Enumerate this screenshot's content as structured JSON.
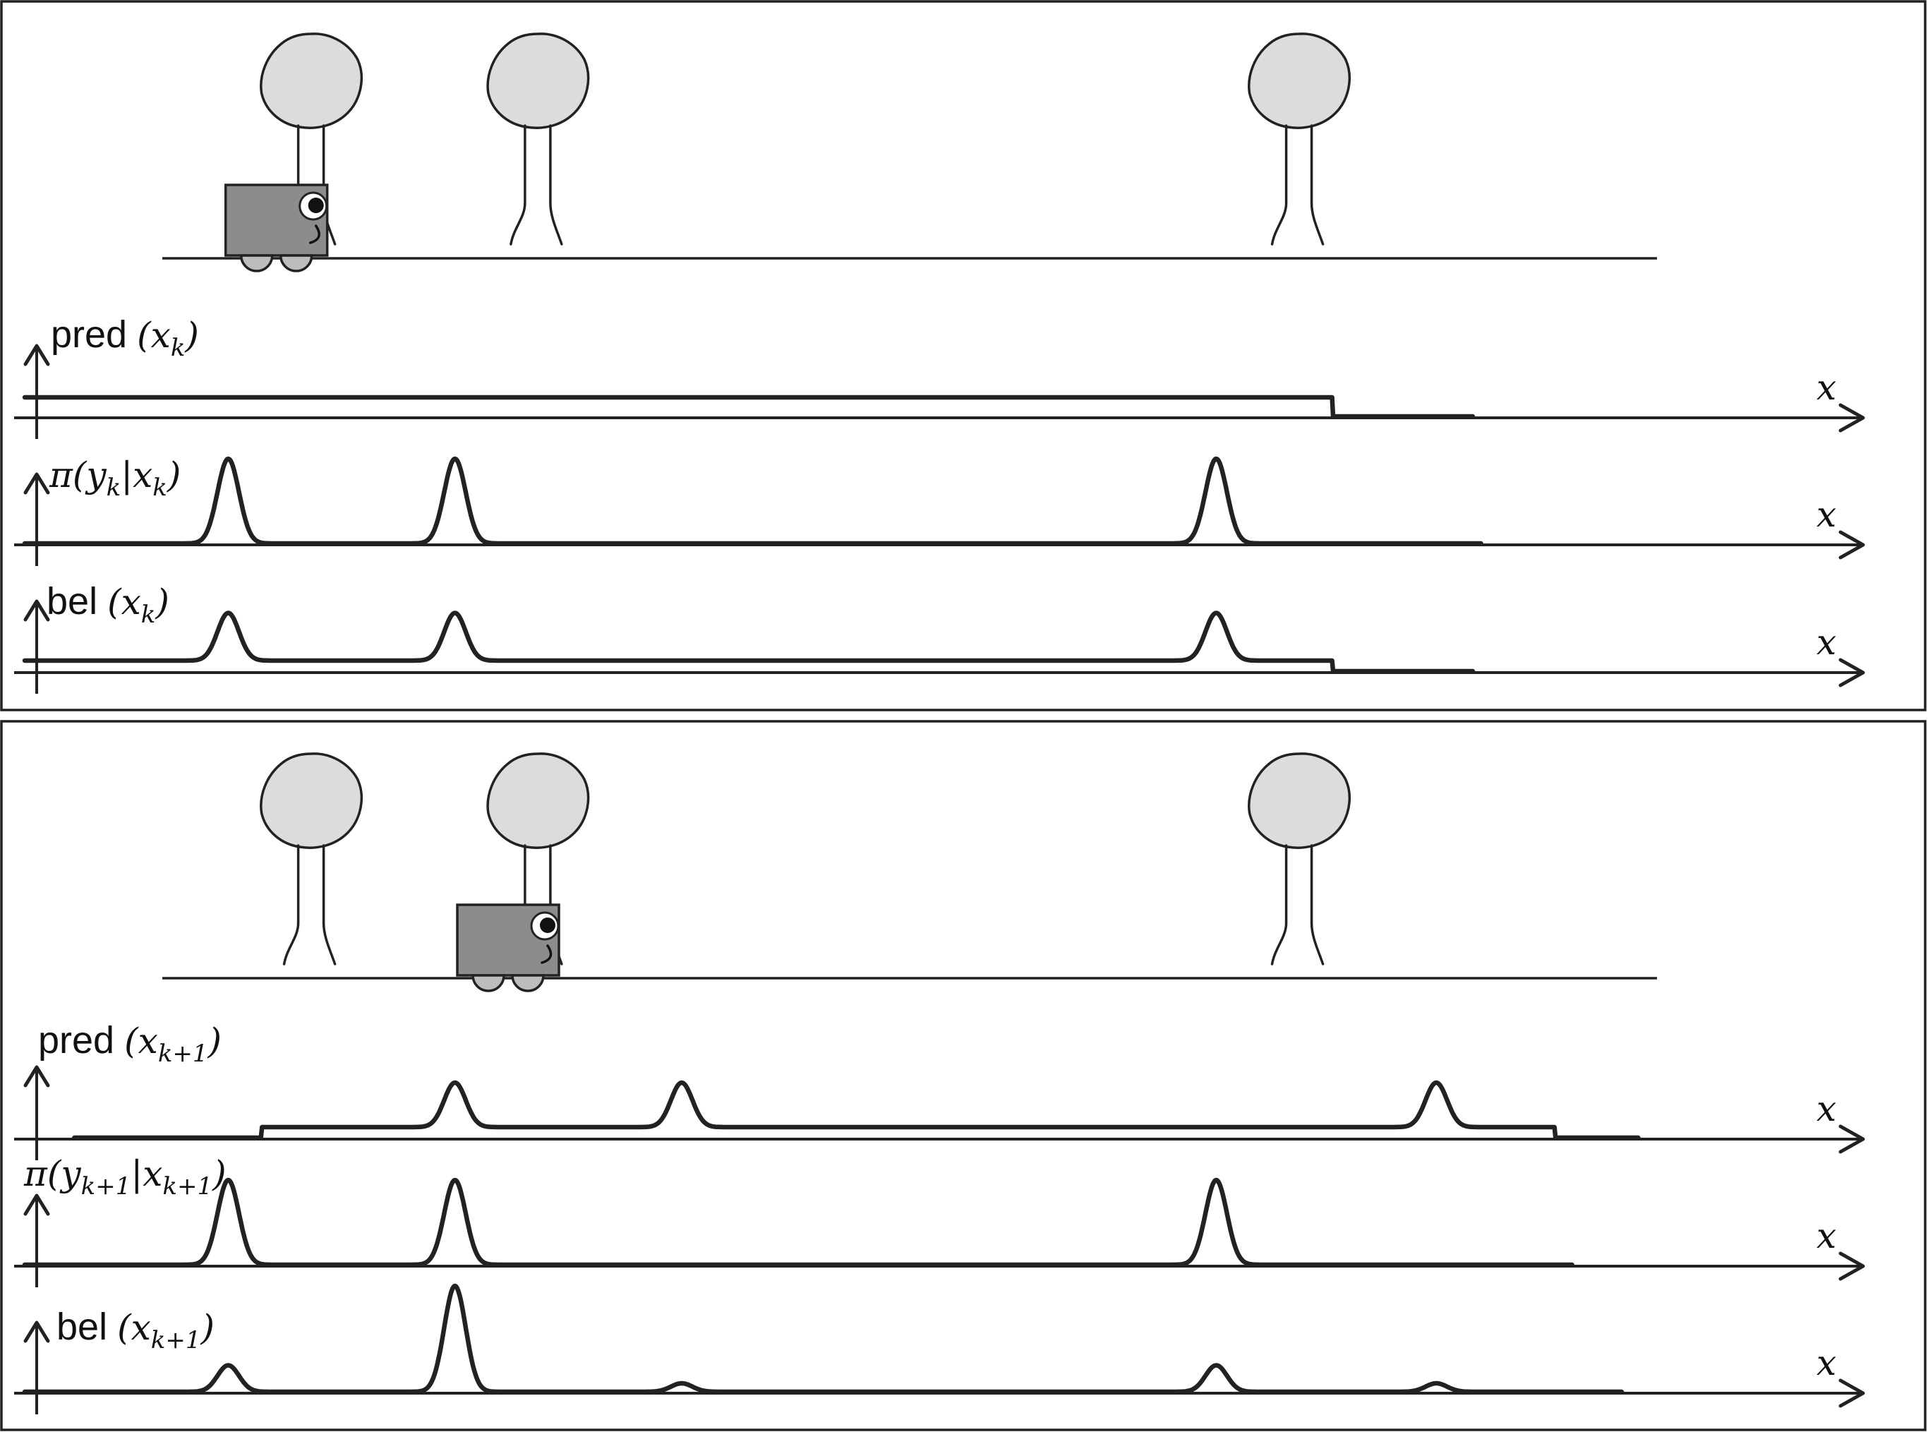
{
  "panels": [
    {
      "id": "top",
      "robot_position": 0.118,
      "tree_positions": [
        0.167,
        0.304,
        0.764
      ],
      "plots": [
        {
          "label": {
            "word": "pred",
            "math": "x",
            "sub": "k",
            "prefix": "",
            "pre": "",
            "mid": ""
          },
          "axis_label": "x",
          "curve": {
            "baseline_level": 0.0,
            "segments": [
              {
                "from": 0.0,
                "to": 0.79,
                "level": 0.18
              },
              {
                "from": 0.79,
                "to": 0.875,
                "level": 0.0
              }
            ],
            "peaks": []
          }
        },
        {
          "label": {
            "word": "",
            "math": "",
            "sub": "k",
            "prefix": "π(",
            "pre": "y",
            "mid": "|x"
          },
          "axis_label": "x",
          "curve": {
            "segments": [
              {
                "from": 0.0,
                "to": 0.88,
                "level": 0.0
              }
            ],
            "peaks": [
              {
                "at": 0.123,
                "height": 0.8
              },
              {
                "at": 0.26,
                "height": 0.8
              },
              {
                "at": 0.72,
                "height": 0.8
              }
            ]
          }
        },
        {
          "label": {
            "word": "bel",
            "math": "x",
            "sub": "k",
            "prefix": "",
            "pre": "",
            "mid": ""
          },
          "axis_label": "x",
          "curve": {
            "segments": [
              {
                "from": 0.0,
                "to": 0.79,
                "level": 0.1
              },
              {
                "from": 0.79,
                "to": 0.875,
                "level": 0.0
              }
            ],
            "peaks": [
              {
                "at": 0.123,
                "height": 0.45
              },
              {
                "at": 0.26,
                "height": 0.45
              },
              {
                "at": 0.72,
                "height": 0.45
              }
            ]
          }
        }
      ]
    },
    {
      "id": "bottom",
      "robot_position": 0.258,
      "tree_positions": [
        0.167,
        0.304,
        0.764
      ],
      "plots": [
        {
          "label": {
            "word": "pred",
            "math": "x",
            "sub": "k+1",
            "prefix": "",
            "pre": "",
            "mid": ""
          },
          "axis_label": "x",
          "curve": {
            "segments": [
              {
                "from": 0.03,
                "to": 0.143,
                "level": 0.0
              },
              {
                "from": 0.143,
                "to": 0.925,
                "level": 0.1
              },
              {
                "from": 0.925,
                "to": 0.975,
                "level": 0.0
              }
            ],
            "peaks": [
              {
                "at": 0.26,
                "height": 0.42
              },
              {
                "at": 0.397,
                "height": 0.42
              },
              {
                "at": 0.853,
                "height": 0.42
              }
            ]
          }
        },
        {
          "label": {
            "word": "",
            "math": "",
            "sub": "k+1",
            "prefix": "π(",
            "pre": "y",
            "mid": "|x"
          },
          "axis_label": "x",
          "curve": {
            "segments": [
              {
                "from": 0.0,
                "to": 0.935,
                "level": 0.0
              }
            ],
            "peaks": [
              {
                "at": 0.123,
                "height": 0.8
              },
              {
                "at": 0.26,
                "height": 0.8
              },
              {
                "at": 0.72,
                "height": 0.8
              }
            ]
          }
        },
        {
          "label": {
            "word": "bel",
            "math": "x",
            "sub": "k+1",
            "prefix": "",
            "pre": "",
            "mid": ""
          },
          "axis_label": "x",
          "curve": {
            "segments": [
              {
                "from": 0.0,
                "to": 0.965,
                "level": 0.0
              }
            ],
            "peaks": [
              {
                "at": 0.123,
                "height": 0.25
              },
              {
                "at": 0.26,
                "height": 1.0
              },
              {
                "at": 0.397,
                "height": 0.08
              },
              {
                "at": 0.72,
                "height": 0.25
              },
              {
                "at": 0.853,
                "height": 0.08
              }
            ]
          }
        }
      ]
    }
  ]
}
